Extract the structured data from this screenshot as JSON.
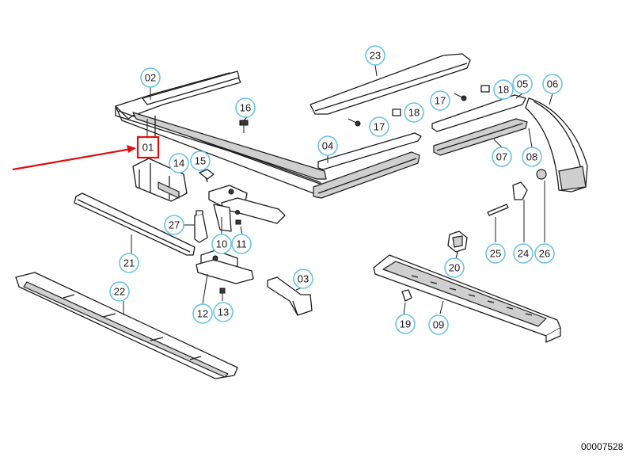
{
  "diagram": {
    "highlighted_part": "01",
    "document_number": "00007528",
    "colors": {
      "callout_ring": "#6cc3e6",
      "highlight": "#e01010",
      "line_art": "#1c1c1c"
    },
    "parts": [
      {
        "id": "01",
        "label": "01"
      },
      {
        "id": "02",
        "label": "02"
      },
      {
        "id": "03",
        "label": "03"
      },
      {
        "id": "04",
        "label": "04"
      },
      {
        "id": "05",
        "label": "05"
      },
      {
        "id": "06",
        "label": "06"
      },
      {
        "id": "07",
        "label": "07"
      },
      {
        "id": "08",
        "label": "08"
      },
      {
        "id": "09",
        "label": "09"
      },
      {
        "id": "10",
        "label": "10"
      },
      {
        "id": "11",
        "label": "11"
      },
      {
        "id": "12",
        "label": "12"
      },
      {
        "id": "13",
        "label": "13"
      },
      {
        "id": "14",
        "label": "14"
      },
      {
        "id": "15",
        "label": "15"
      },
      {
        "id": "16",
        "label": "16"
      },
      {
        "id": "17a",
        "label": "17"
      },
      {
        "id": "17b",
        "label": "17"
      },
      {
        "id": "18a",
        "label": "18"
      },
      {
        "id": "18b",
        "label": "18"
      },
      {
        "id": "19",
        "label": "19"
      },
      {
        "id": "20",
        "label": "20"
      },
      {
        "id": "21",
        "label": "21"
      },
      {
        "id": "22",
        "label": "22"
      },
      {
        "id": "23",
        "label": "23"
      },
      {
        "id": "24",
        "label": "24"
      },
      {
        "id": "25",
        "label": "25"
      },
      {
        "id": "26",
        "label": "26"
      },
      {
        "id": "27",
        "label": "27"
      }
    ]
  }
}
